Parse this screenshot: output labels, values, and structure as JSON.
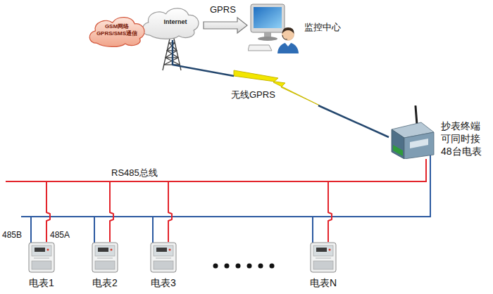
{
  "diagram": {
    "nodes": [
      {
        "text": [
          "GSM网络 GPRS/SMS通信"
        ]
      },
      {
        "text": [
          "Internet"
        ]
      },
      {
        "text": [
          "监控中心"
        ]
      },
      {
        "text": [
          "抄表终端 可同时接 48台电表"
        ]
      },
      {
        "text": [
          "电表1"
        ]
      },
      {
        "text": [
          "电表2"
        ]
      },
      {
        "text": [
          "电表3"
        ]
      },
      {
        "text": [
          "电表N"
        ]
      }
    ],
    "edges": [
      {
        "from": 1,
        "to": 2,
        "label": "GPRS",
        "arrow": "to"
      },
      {
        "from": 1,
        "to": 3,
        "label": "无线GPRS",
        "arrow": "none"
      },
      {
        "from": 3,
        "to": 4,
        "arrow": "none"
      },
      {
        "from": 3,
        "to": 5,
        "arrow": "none"
      },
      {
        "from": 3,
        "to": 6,
        "arrow": "none"
      },
      {
        "from": 3,
        "to": 7,
        "arrow": "none"
      }
    ],
    "labels": [
      "RS485总线",
      "485B",
      "485A"
    ]
  }
}
